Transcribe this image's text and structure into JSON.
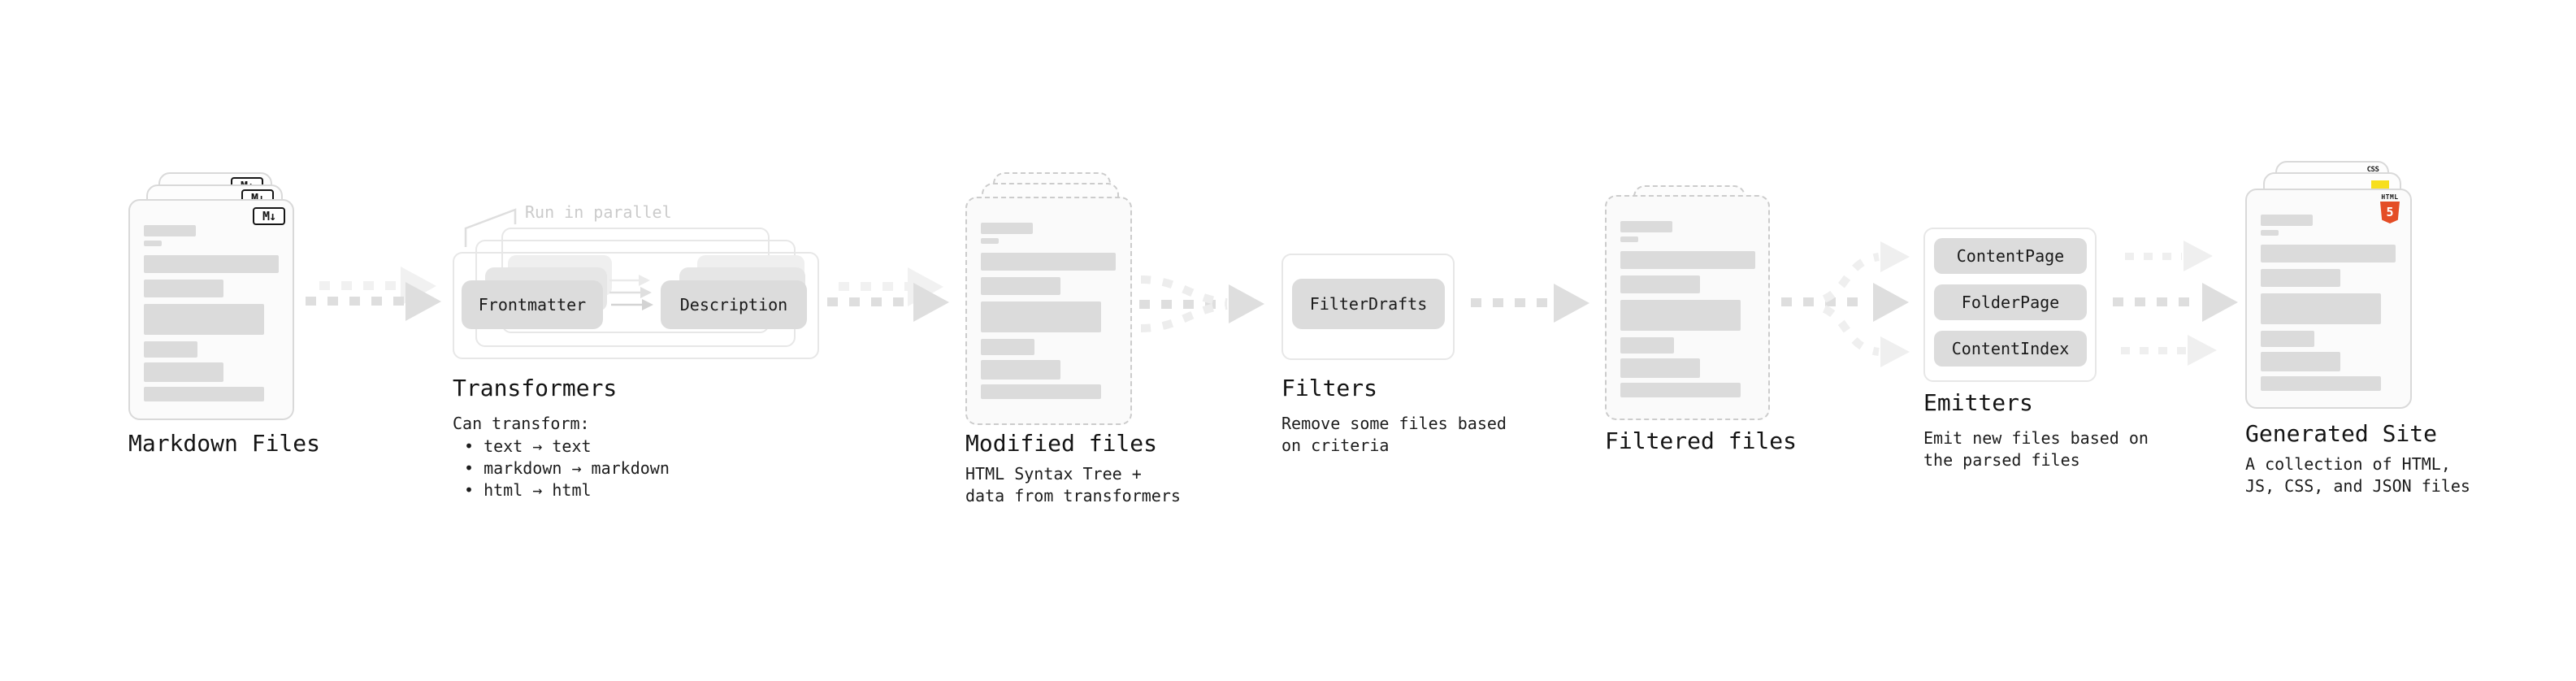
{
  "diagram": {
    "stage1": {
      "label": "Markdown Files",
      "badge": "M↓"
    },
    "stage2": {
      "label": "Transformers",
      "note": "Run in parallel",
      "intro": "Can transform:",
      "bullets": [
        "• text → text",
        "• markdown → markdown",
        "• html → html"
      ],
      "node_a": "Frontmatter",
      "node_b": "Description"
    },
    "stage3": {
      "label": "Modified files",
      "subtitle": "HTML Syntax Tree +\ndata from transformers"
    },
    "stage4": {
      "label": "Filters",
      "subtitle": "Remove some files based\non criteria",
      "node": "FilterDrafts"
    },
    "stage5": {
      "label": "Filtered files"
    },
    "stage6": {
      "label": "Emitters",
      "subtitle": "Emit new files based on\nthe parsed files",
      "nodes": [
        "ContentPage",
        "FolderPage",
        "ContentIndex"
      ]
    },
    "stage7": {
      "label": "Generated Site",
      "subtitle": "A collection of HTML,\nJS, CSS, and JSON files",
      "css_badge": "CSS",
      "html_badge_label": "HTML",
      "html_badge_number": "5"
    }
  },
  "colors": {
    "html5_orange": "#e44d26",
    "js_yellow": "#f7df1e",
    "css_blue": "#2965f1"
  }
}
